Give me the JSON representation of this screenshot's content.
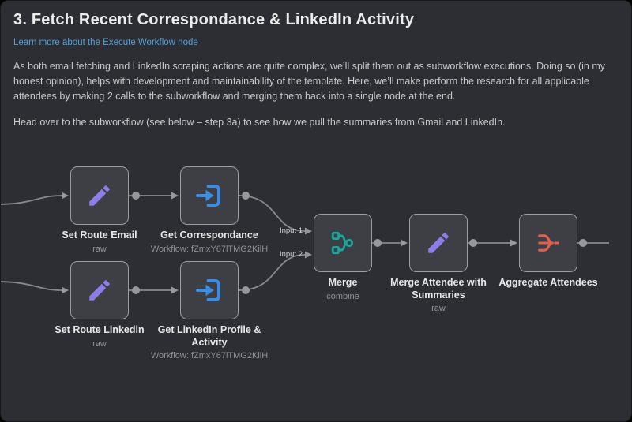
{
  "page": {
    "title": "3. Fetch Recent Correspondance & LinkedIn Activity",
    "link": "Learn more about the Execute Workflow node",
    "para1": "As both email fetching and LinkedIn scraping actions are quite complex, we’ll split them out as subworkflow executions. Doing so (in my honest opinion), helps with development and maintainability of the template. Here, we’ll make perform the research for all applicable attendees by making 2 calls to the subworkflow and merging them back into a single node at the end.",
    "para2": "Head over to the subworkflow (see below – step 3a) to see how we pull the summaries from Gmail and LinkedIn."
  },
  "workflow": {
    "nodes": [
      {
        "label": "Set Route Email",
        "sub": "raw",
        "icon": "pencil-icon"
      },
      {
        "label": "Get Correspondance",
        "sub": "Workflow: fZmxY67lTMG2KilH",
        "icon": "execute-workflow-icon"
      },
      {
        "label": "Set Route Linkedin",
        "sub": "raw",
        "icon": "pencil-icon"
      },
      {
        "label": "Get LinkedIn Profile & Activity",
        "sub": "Workflow: fZmxY67lTMG2KilH",
        "icon": "execute-workflow-icon"
      },
      {
        "label": "Merge",
        "sub": "combine",
        "icon": "merge-icon"
      },
      {
        "label": "Merge Attendee with Summaries",
        "sub": "raw",
        "icon": "pencil-icon"
      },
      {
        "label": "Aggregate Attendees",
        "sub": "",
        "icon": "aggregate-icon"
      }
    ],
    "input_labels": [
      "Input 1",
      "Input 2"
    ]
  },
  "colors": {
    "canvas": "#2d2e33",
    "node_fill": "#3d3f44",
    "node_border": "#9b9da1",
    "wire": "#88898d",
    "link_text": "#4ea1d9",
    "pencil": "#8d7ce9",
    "execute_workflow": "#3a8ee6",
    "merge": "#18a79b",
    "aggregate": "#e55d4d"
  }
}
